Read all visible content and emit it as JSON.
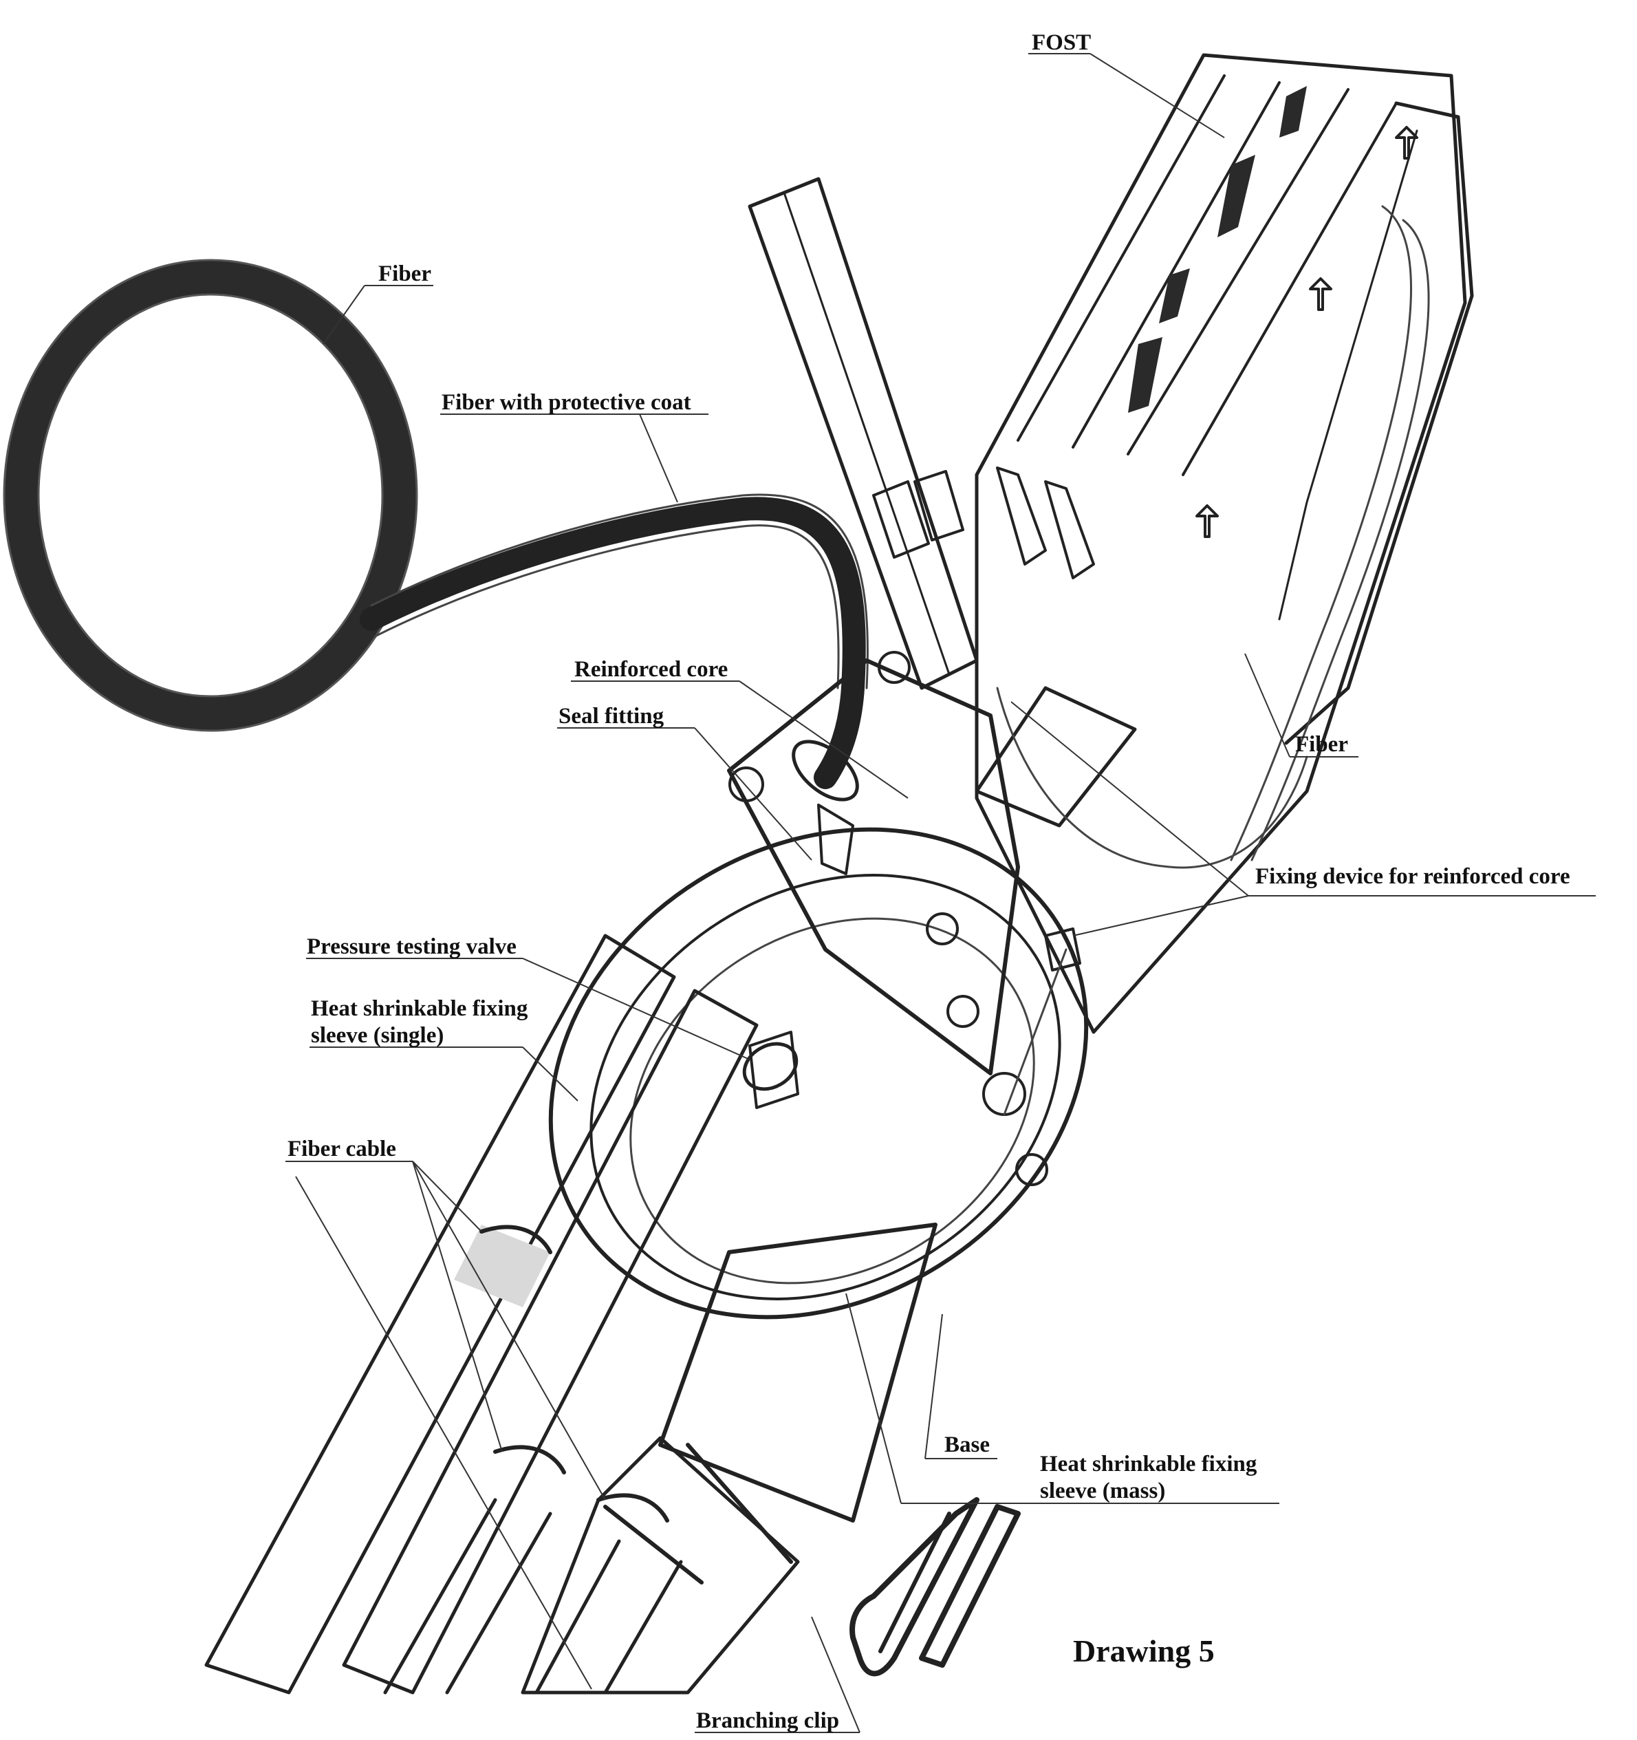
{
  "diagram": {
    "title": "Drawing 5",
    "labels": {
      "fost": "FOST",
      "fiber_top": "Fiber",
      "fiber_protective": "Fiber with protective coat",
      "reinforced_core": "Reinforced core",
      "seal_fitting": "Seal fitting",
      "fiber_right": "Fiber",
      "fixing_device": "Fixing device for reinforced core",
      "pressure_valve": "Pressure testing valve",
      "heat_single_1": "Heat shrinkable fixing",
      "heat_single_2": "sleeve (single)",
      "fiber_cable": "Fiber cable",
      "base": "Base",
      "heat_mass_1": "Heat shrinkable fixing",
      "heat_mass_2": "sleeve (mass)",
      "branching_clip": "Branching clip"
    }
  }
}
